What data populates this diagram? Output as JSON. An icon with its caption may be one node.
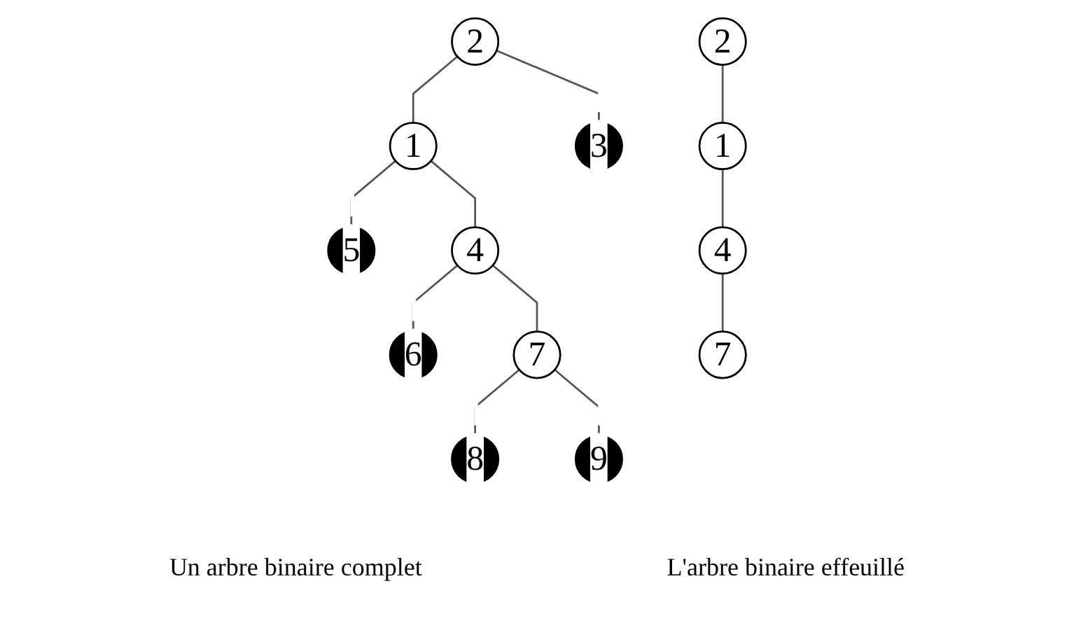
{
  "diagram": {
    "nodes": [
      {
        "text": [
          "2"
        ]
      },
      {
        "text": [
          "1"
        ]
      },
      {
        "text": [
          "3"
        ]
      },
      {
        "text": [
          "5"
        ]
      },
      {
        "text": [
          "4"
        ]
      },
      {
        "text": [
          "6"
        ]
      },
      {
        "text": [
          "7"
        ]
      },
      {
        "text": [
          "8"
        ]
      },
      {
        "text": [
          "9"
        ]
      },
      {
        "text": [
          "2"
        ]
      },
      {
        "text": [
          "1"
        ]
      },
      {
        "text": [
          "4"
        ]
      },
      {
        "text": [
          "7"
        ]
      }
    ],
    "edges": [
      {
        "from": 0,
        "to": 1,
        "arrow": "none"
      },
      {
        "from": 0,
        "to": 2,
        "arrow": "none"
      },
      {
        "from": 1,
        "to": 3,
        "arrow": "none"
      },
      {
        "from": 1,
        "to": 4,
        "arrow": "none"
      },
      {
        "from": 4,
        "to": 5,
        "arrow": "none"
      },
      {
        "from": 4,
        "to": 6,
        "arrow": "none"
      },
      {
        "from": 6,
        "to": 7,
        "arrow": "none"
      },
      {
        "from": 6,
        "to": 8,
        "arrow": "none"
      },
      {
        "from": 9,
        "to": 10,
        "arrow": "none"
      },
      {
        "from": 10,
        "to": 11,
        "arrow": "none"
      },
      {
        "from": 11,
        "to": 12,
        "arrow": "none"
      }
    ],
    "labels": [
      "Un arbre binaire complet",
      "L'arbre binaire effeuillé"
    ]
  }
}
